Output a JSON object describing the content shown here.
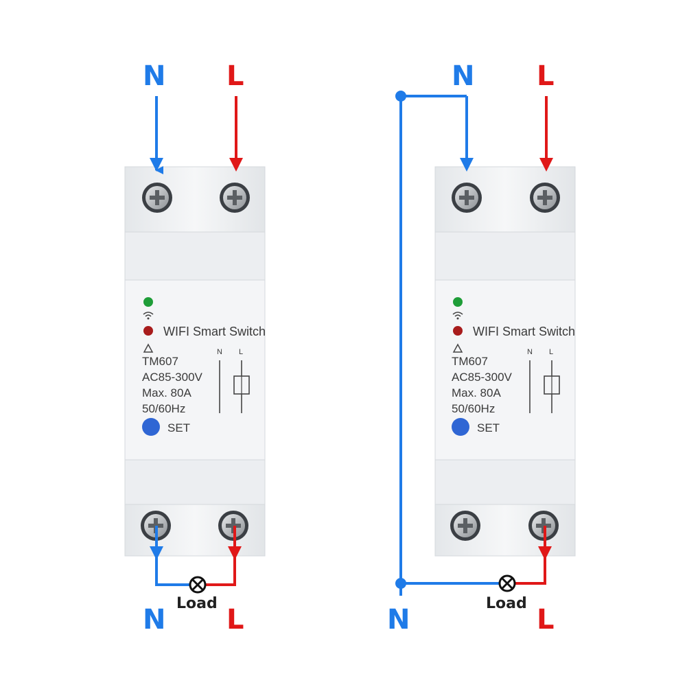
{
  "colors": {
    "neutral_wire": "#1f7be8",
    "live_wire": "#e01818",
    "device_body": "#f0f2f4",
    "set_button": "#2f66d4"
  },
  "diagrams": [
    {
      "top_neutral": "N",
      "top_live": "L",
      "bottom_neutral": "N",
      "bottom_live": "L",
      "load": "Load",
      "device": {
        "title": "WIFI Smart Switch",
        "model": "TM607",
        "voltage": "AC85-300V",
        "current": "Max. 80A",
        "frequency": "50/60Hz",
        "set_label": "SET",
        "schematic_n": "N",
        "schematic_l": "L",
        "wifi_icon": "wifi-icon",
        "warning_icon": "warning-triangle-icon"
      }
    },
    {
      "top_neutral": "N",
      "top_live": "L",
      "bottom_neutral": "N",
      "bottom_live": "L",
      "load": "Load",
      "device": {
        "title": "WIFI Smart Switch",
        "model": "TM607",
        "voltage": "AC85-300V",
        "current": "Max. 80A",
        "frequency": "50/60Hz",
        "set_label": "SET",
        "schematic_n": "N",
        "schematic_l": "L",
        "wifi_icon": "wifi-icon",
        "warning_icon": "warning-triangle-icon"
      }
    }
  ]
}
